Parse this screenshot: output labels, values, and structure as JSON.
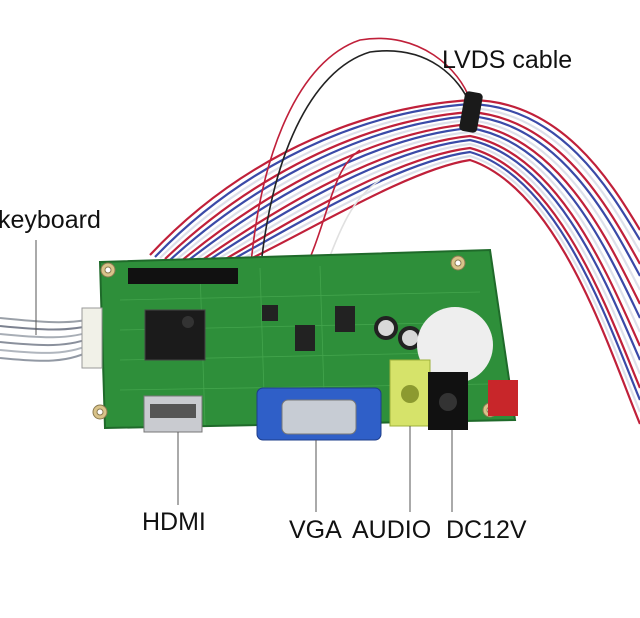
{
  "labels": {
    "lvds": "LVDS cable",
    "keyboard": "keyboard",
    "hdmi": "HDMI",
    "vga": "VGA",
    "audio": "AUDIO",
    "dc": "DC12V"
  },
  "colors": {
    "pcb": "#2e8f3a",
    "pcb_dark": "#1f6a2a",
    "vga_blue": "#2f5fc8",
    "audio_jack": "#d6e36a",
    "power_red": "#c8262a",
    "cable_red": "#c0203a",
    "cable_blue": "#3a4aa8"
  }
}
